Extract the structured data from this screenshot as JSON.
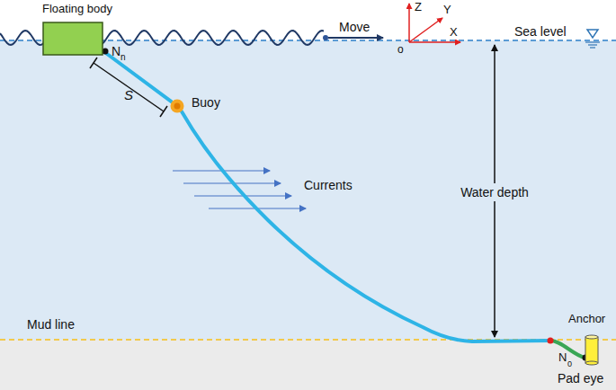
{
  "diagram": {
    "nodes": [
      {
        "text": [
          "Floating body"
        ]
      },
      {
        "text": [
          "Buoy"
        ]
      },
      {
        "text": [
          "Anchor"
        ]
      }
    ],
    "edges": [
      {
        "from": 0,
        "to": 1,
        "arrow": "none"
      },
      {
        "from": 1,
        "to": 2,
        "arrow": "none"
      }
    ],
    "labels": [
      "N",
      "n",
      "S",
      "Move",
      "Z",
      "Y",
      "X",
      "o",
      "Sea level",
      "Currents",
      "Water depth",
      "Mud line",
      "N",
      "0",
      "Pad eye"
    ]
  }
}
